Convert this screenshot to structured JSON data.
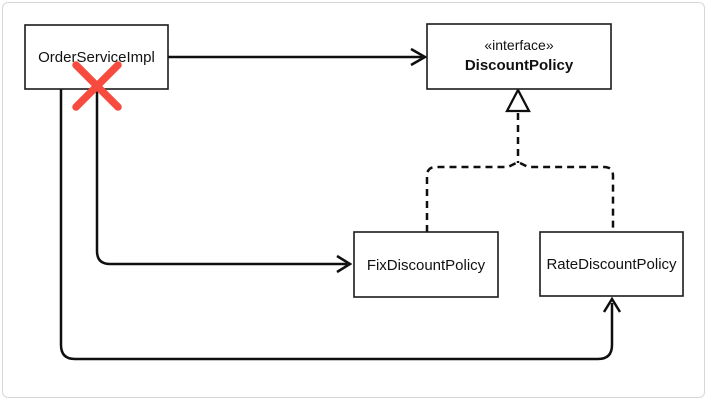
{
  "diagram": {
    "type": "uml-class-diagram",
    "background_color": "#ffffff",
    "frame_border_color": "#d8d8d8",
    "line_color": "#0f0f0f",
    "cross_color": "#f84b3f",
    "nodes": [
      {
        "id": "order-service-impl",
        "stereotype": "",
        "label": "OrderServiceImpl"
      },
      {
        "id": "discount-policy",
        "stereotype": "«interface»",
        "label": "DiscountPolicy"
      },
      {
        "id": "fix-discount-policy",
        "stereotype": "",
        "label": "FixDiscountPolicy"
      },
      {
        "id": "rate-discount-policy",
        "stereotype": "",
        "label": "RateDiscountPolicy"
      }
    ],
    "edges": [
      {
        "from": "OrderServiceImpl",
        "to": "DiscountPolicy",
        "style": "solid",
        "arrow": "open"
      },
      {
        "from": "OrderServiceImpl",
        "to": "FixDiscountPolicy",
        "style": "solid",
        "arrow": "open"
      },
      {
        "from": "OrderServiceImpl",
        "to": "RateDiscountPolicy",
        "style": "solid",
        "arrow": "open"
      },
      {
        "from": "FixDiscountPolicy",
        "to": "DiscountPolicy",
        "style": "dashed",
        "arrow": "hollow-triangle",
        "relation": "realization"
      },
      {
        "from": "RateDiscountPolicy",
        "to": "DiscountPolicy",
        "style": "dashed",
        "arrow": "hollow-triangle",
        "relation": "realization"
      }
    ],
    "annotations": [
      {
        "id": "dependency-cross",
        "shape": "x-mark",
        "color": "#f84b3f",
        "over": "OrderServiceImpl bottom edge / concrete dependency lines"
      }
    ]
  }
}
